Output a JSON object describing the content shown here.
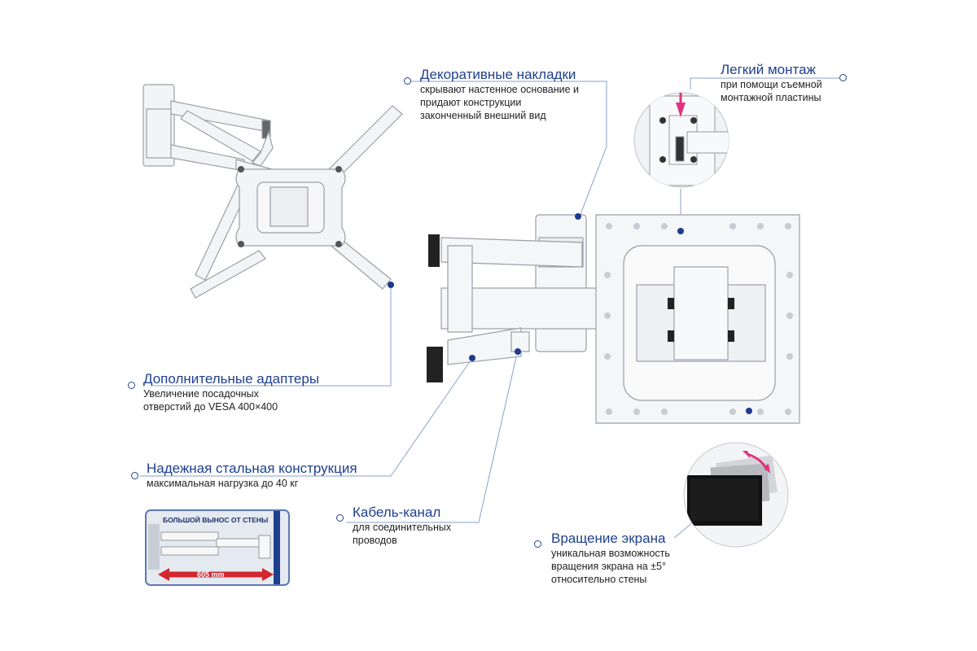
{
  "callouts": {
    "decor": {
      "title": "Декоративные накладки",
      "desc": [
        "скрывают настенное основание и",
        "придают конструкции",
        "законченный внешний вид"
      ]
    },
    "mount": {
      "title": "Легкий монтаж",
      "desc": [
        "при помощи съемной",
        "монтажной пластины"
      ]
    },
    "adapters": {
      "title": "Дополнительные адаптеры",
      "desc": [
        "Увеличение посадочных",
        "отверстий до VESA 400×400"
      ]
    },
    "steel": {
      "title": "Надежная стальная конструкция",
      "desc": [
        "максимальная нагрузка до 40 кг"
      ]
    },
    "cable": {
      "title": "Кабель-канал",
      "desc": [
        "для соединительных",
        "проводов"
      ]
    },
    "rotation": {
      "title": "Вращение экрана",
      "desc": [
        "уникальная возможность",
        "вращения экрана на ±5°",
        "относительно стены"
      ]
    }
  },
  "inset": {
    "caption": "БОЛЬШОЙ ВЫНОС ОТ СТЕНЫ",
    "measurement": "605 mm"
  },
  "colors": {
    "accent": "#1f3f8f",
    "marker": "#24428f",
    "arrow_red": "#d3262e",
    "rotate_pink": "#e0337f"
  }
}
